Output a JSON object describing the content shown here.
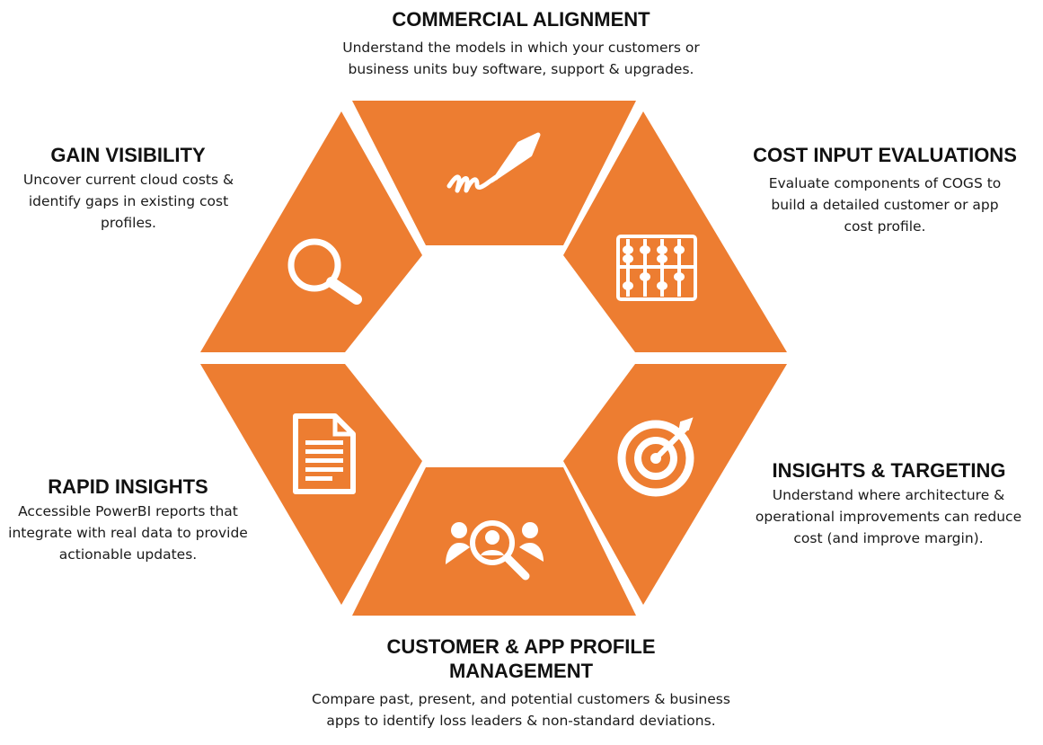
{
  "colors": {
    "segment": "#ED7D31",
    "icon": "#ffffff",
    "text": "#111111",
    "background": "#ffffff"
  },
  "segments": [
    {
      "id": "commercial-alignment",
      "icon": "pen-signature-icon",
      "title": "COMMERCIAL ALIGNMENT",
      "description": "Understand the models in which your customers or business units buy software, support & upgrades."
    },
    {
      "id": "cost-input-evaluations",
      "icon": "abacus-icon",
      "title": "COST INPUT EVALUATIONS",
      "description": "Evaluate components of COGS to build a detailed customer or app cost profile."
    },
    {
      "id": "insights-targeting",
      "icon": "target-icon",
      "title": "INSIGHTS & TARGETING",
      "description": "Understand where architecture & operational improvements can reduce cost (and improve margin)."
    },
    {
      "id": "customer-app-profile",
      "icon": "people-search-icon",
      "title": "CUSTOMER & APP PROFILE MANAGEMENT",
      "description": "Compare past, present, and potential customers & business apps to identify loss leaders & non-standard deviations."
    },
    {
      "id": "rapid-insights",
      "icon": "document-icon",
      "title": "RAPID INSIGHTS",
      "description": "Accessible PowerBI reports that integrate with real data to provide actionable updates."
    },
    {
      "id": "gain-visibility",
      "icon": "magnifier-icon",
      "title": "GAIN VISIBILITY",
      "description": "Uncover current cloud costs & identify gaps in existing cost profiles."
    }
  ]
}
